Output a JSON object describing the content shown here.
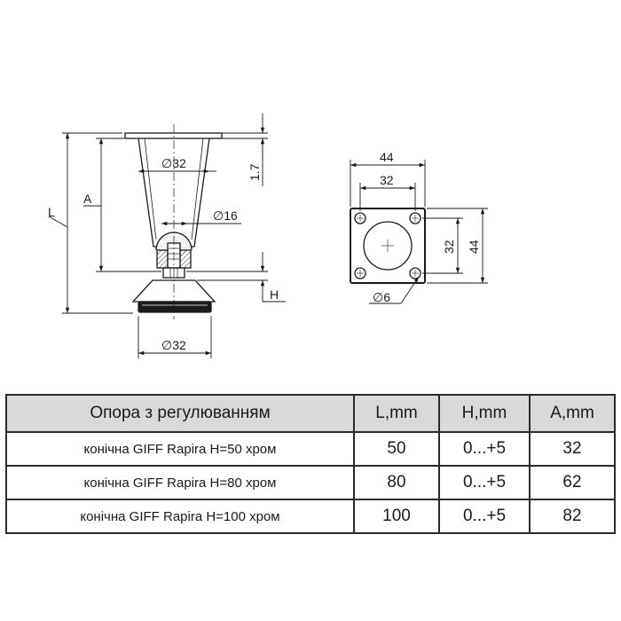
{
  "drawing": {
    "side_view": {
      "label_top_diameter": "∅32",
      "label_stem_diameter": "∅16",
      "label_base_diameter": "∅32",
      "label_top_thickness": "1.7",
      "label_A": "A",
      "label_L": "L",
      "label_H": "H"
    },
    "plate_view": {
      "label_width_outer": "44",
      "label_width_inner": "32",
      "label_height_inner": "32",
      "label_height_outer": "44",
      "label_hole": "∅6"
    }
  },
  "table": {
    "headers": [
      "Опора з регулюванням",
      "L,mm",
      "H,mm",
      "A,mm"
    ],
    "rows": [
      {
        "name": "конічна GIFF Rapira H=50 хром",
        "L": "50",
        "H": "0...+5",
        "A": "32"
      },
      {
        "name": "конічна GIFF Rapira H=80 хром",
        "L": "80",
        "H": "0...+5",
        "A": "62"
      },
      {
        "name": "конічна GIFF Rapira H=100 хром",
        "L": "100",
        "H": "0...+5",
        "A": "82"
      }
    ]
  }
}
